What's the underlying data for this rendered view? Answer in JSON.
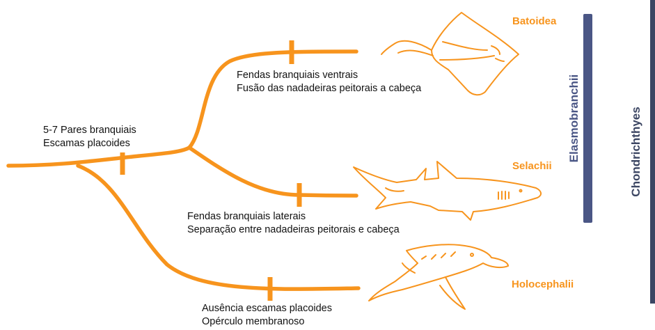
{
  "colors": {
    "branch": "#f7941d",
    "animal_outline": "#f7941d",
    "bar_elasmobranchii": "#4a5685",
    "bar_chondrichthyes": "#3c4663",
    "label_group": "#4a5685",
    "label_class": "#3c4663",
    "text": "#111111"
  },
  "notes": {
    "root": [
      "5-7 Pares branquiais",
      "Escamas placoides"
    ],
    "batoidea_branch": [
      "Fendas branquiais ventrais",
      "Fusão das nadadeiras peitorais a cabeça"
    ],
    "selachii_branch": [
      "Fendas branquiais laterais",
      "Separação entre nadadeiras peitorais e cabeça"
    ],
    "holocephalii_branch": [
      "Ausência escamas placoides",
      "Opérculo membranoso"
    ]
  },
  "taxa": {
    "batoidea": "Batoidea",
    "selachii": "Selachii",
    "holocephalii": "Holocephalii"
  },
  "groups": {
    "elasmobranchii": "Elasmobranchii",
    "chondrichthyes": "Chondrichthyes"
  },
  "icons": {
    "batoidea": "ray-icon",
    "selachii": "shark-icon",
    "holocephalii": "chimaera-icon"
  }
}
